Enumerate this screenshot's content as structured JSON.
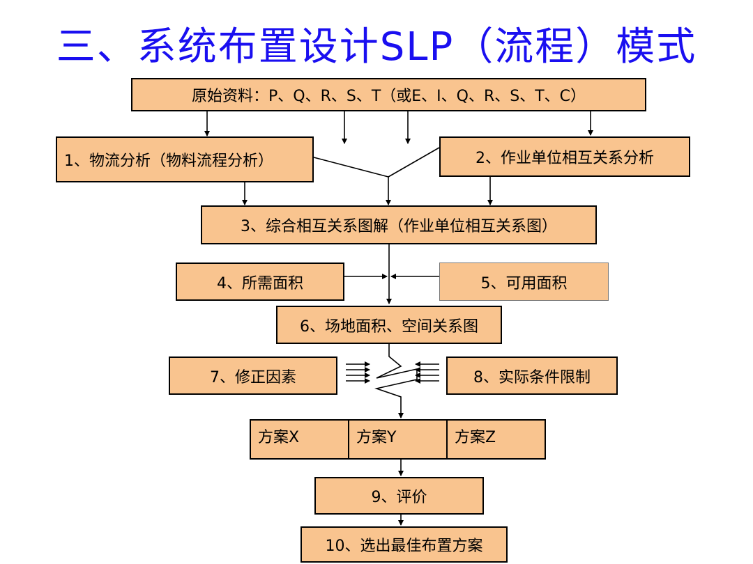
{
  "title": "三、系统布置设计SLP（流程）模式",
  "nodes": {
    "source": "原始资料：P、Q、R、S、T（或E、I、Q、R、S、T、C）",
    "s1": "1、物流分析（物料流程分析）",
    "s2": "2、作业单位相互关系分析",
    "s3": "3、综合相互关系图解（作业单位相互关系图）",
    "s4": "4、所需面积",
    "s5": "5、可用面积",
    "s6": "6、场地面积、空间关系图",
    "s7": "7、修正因素",
    "s8": "8、实际条件限制",
    "planX": "方案X",
    "planY": "方案Y",
    "planZ": "方案Z",
    "s9": "9、评价",
    "s10": "10、选出最佳布置方案"
  }
}
